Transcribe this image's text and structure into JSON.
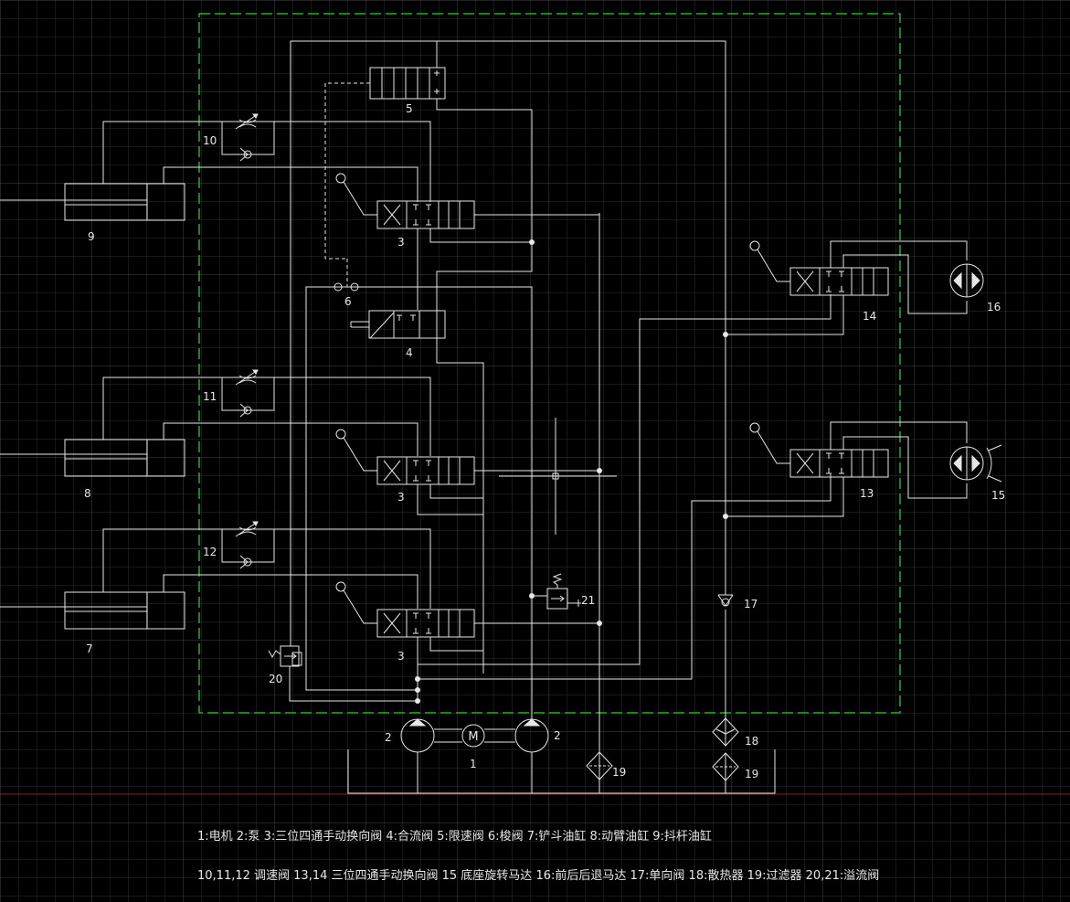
{
  "colors": {
    "background": "#000000",
    "grid": "#3a3a3a",
    "line": "#e6e6e6",
    "boundary": "#1fb51f",
    "ground_line": "#a02020"
  },
  "labels": {
    "l1": "1",
    "l2a": "2",
    "l2b": "2",
    "l3a": "3",
    "l3b": "3",
    "l3c": "3",
    "l4": "4",
    "l5": "5",
    "l6": "6",
    "l7": "7",
    "l8": "8",
    "l9": "9",
    "l10": "10",
    "l11": "11",
    "l12": "12",
    "l13": "13",
    "l14": "14",
    "l15": "15",
    "l16": "16",
    "l17": "17",
    "l18": "18",
    "l19a": "19",
    "l19b": "19",
    "l20": "20",
    "l21": "21",
    "motor": "M"
  },
  "legend": {
    "line1": "1:电机  2:泵  3:三位四通手动换向阀  4:合流阀  5:限速阀  6:梭阀  7:铲斗油缸  8:动臂油缸  9:抖杆油缸",
    "line2": "10,11,12 调速阀  13,14 三位四通手动换向阀  15 底座旋转马达  16:前后后退马达  17:单向阀  18:散热器  19:过滤器  20,21:溢流阀"
  }
}
